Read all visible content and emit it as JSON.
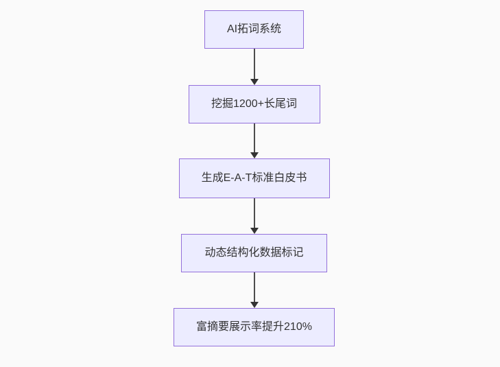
{
  "diagram": {
    "type": "flowchart",
    "direction": "top-down",
    "background": "#FAFAFA",
    "colors": {
      "node_fill": "#ECECFF",
      "node_border": "#9370DB",
      "node_text": "#333333",
      "arrow": "#333333"
    },
    "nodes": [
      {
        "label": "AI拓词系统"
      },
      {
        "label": "挖掘1200+长尾词"
      },
      {
        "label": "生成E-A-T标准白皮书"
      },
      {
        "label": "动态结构化数据标记"
      },
      {
        "label": "富摘要展示率提升210%"
      }
    ],
    "edges": [
      {
        "from": 0,
        "to": 1
      },
      {
        "from": 1,
        "to": 2
      },
      {
        "from": 2,
        "to": 3
      },
      {
        "from": 3,
        "to": 4
      }
    ]
  }
}
